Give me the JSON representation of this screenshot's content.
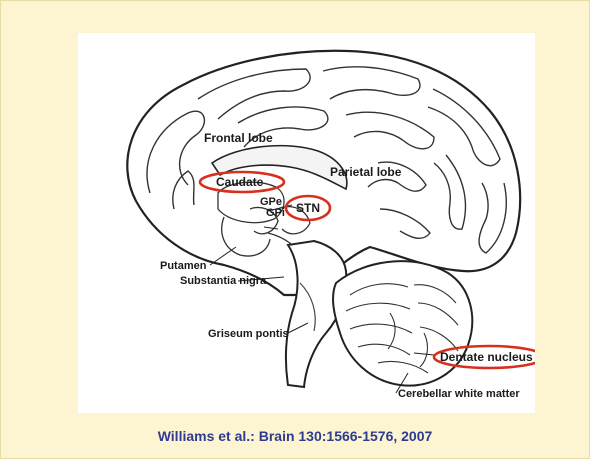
{
  "labels": {
    "frontal_lobe": "Frontal lobe",
    "parietal_lobe": "Parietal lobe",
    "caudate": "Caudate",
    "gpe": "GPe",
    "gpi": "GPi",
    "stn": "STN",
    "putamen": "Putamen",
    "substantia_nigra": "Substantia nigra",
    "griseum_pontis": "Griseum pontis",
    "dentate_nucleus": "Dentate nucleus",
    "cerebellar_white_matter": "Cerebellar white matter"
  },
  "citation": "Williams et al.: Brain 130:1566-1576, 2007",
  "colors": {
    "background": "#fdf5d2",
    "panel": "#ffffff",
    "highlight": "#d8301f",
    "citation": "#2f3b8f",
    "line": "#222222"
  }
}
